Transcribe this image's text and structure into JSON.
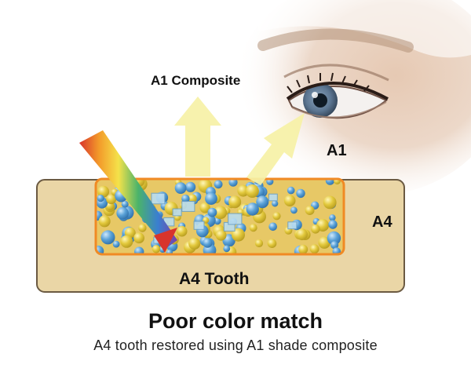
{
  "labels": {
    "reflected_light": "A1 Composite",
    "perceived_shade": "A1",
    "tooth_shade": "A4",
    "tooth": "A4 Tooth"
  },
  "caption": {
    "title": "Poor color match",
    "subtitle": "A4 tooth restored using A1 shade composite"
  },
  "colors": {
    "tooth": "#ead6a6",
    "tooth_border": "#6b5a42",
    "composite_outline": "#f08a24",
    "composite_fill": "#e7c866",
    "filler_blue": "#5aa2d8",
    "filler_yellow": "#e3c93d",
    "arrow": "#f6f1a6"
  }
}
